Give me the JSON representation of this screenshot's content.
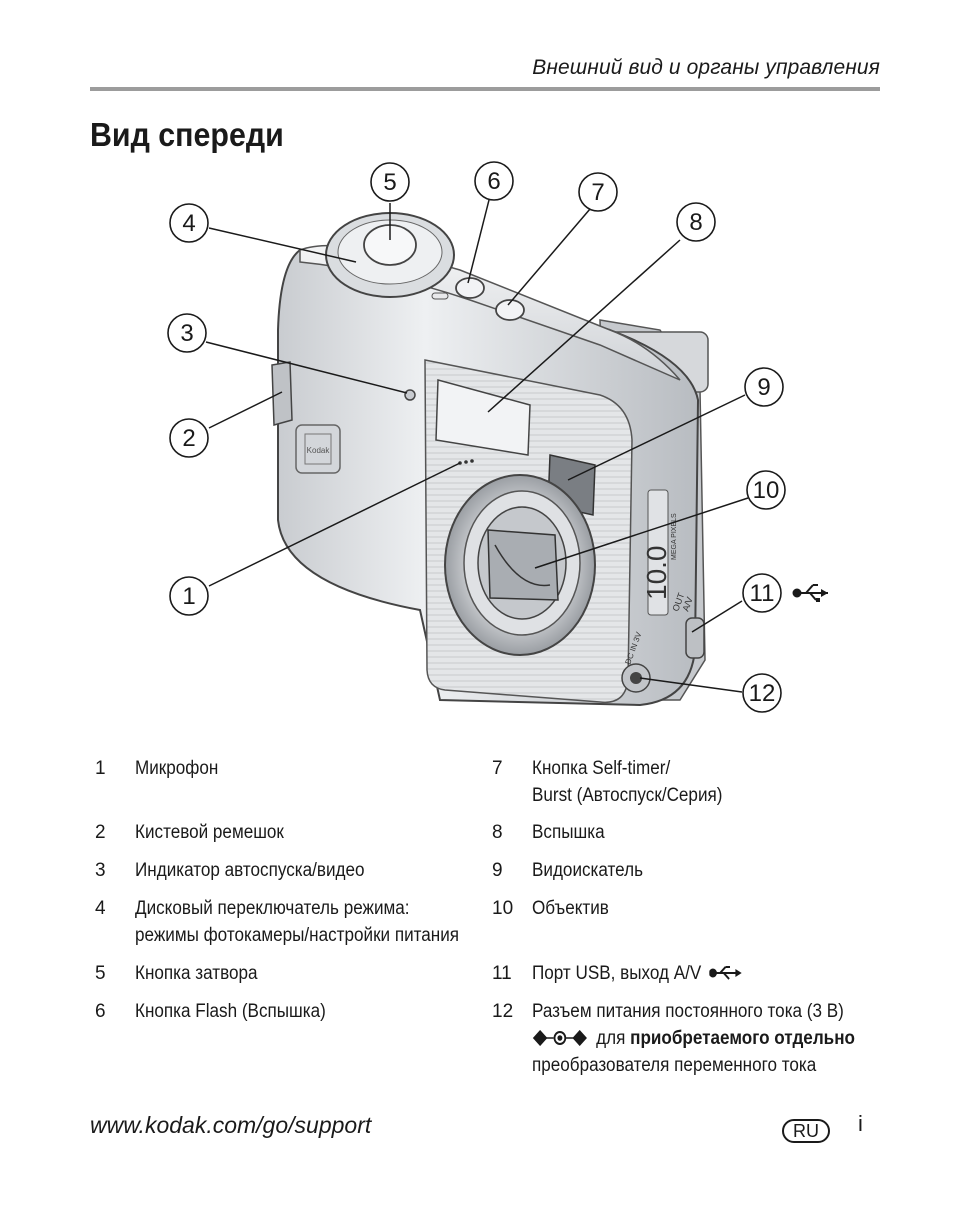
{
  "header": {
    "section_title": "Внешний вид и органы управления"
  },
  "page_heading": "Вид спереди",
  "callouts": [
    "1",
    "2",
    "3",
    "4",
    "5",
    "6",
    "7",
    "8",
    "9",
    "10",
    "11",
    "12"
  ],
  "camera": {
    "brand_badge": "Kodak",
    "model_label": "10.0",
    "model_sublabel": "MEGA PIXELS",
    "av_label_1": "A/V",
    "av_label_2": "OUT",
    "dc_label": "DC IN 3V"
  },
  "legend": {
    "left": [
      {
        "num": "1",
        "lines": [
          "Микрофон"
        ]
      },
      {
        "num": "2",
        "lines": [
          "Кистевой ремешок"
        ]
      },
      {
        "num": "3",
        "lines": [
          "Индикатор автоспуска/видео"
        ]
      },
      {
        "num": "4",
        "lines": [
          "Дисковый переключатель режима:",
          "режимы фотокамеры/настройки питания"
        ]
      },
      {
        "num": "5",
        "lines": [
          "Кнопка затвора"
        ]
      },
      {
        "num": "6",
        "lines": [
          "Кнопка Flash (Вспышка)"
        ]
      }
    ],
    "right": [
      {
        "num": "7",
        "lines": [
          "Кнопка Self-timer/",
          "Burst (Автоспуск/Серия)"
        ]
      },
      {
        "num": "8",
        "lines": [
          "Вспышка"
        ]
      },
      {
        "num": "9",
        "lines": [
          "Видоискатель"
        ]
      },
      {
        "num": "10",
        "lines": [
          "Объектив"
        ]
      },
      {
        "num": "11",
        "text": "Порт USB, выход A/V"
      },
      {
        "num": "12",
        "line1": "Разъем питания постоянного тока (3 В)",
        "line2_plain": "для",
        "line2_bold": "приобретаемого отдельно",
        "line3": "преобразователя переменного тока"
      }
    ]
  },
  "footer": {
    "url": "www.kodak.com/go/support",
    "language_badge": "RU",
    "page_number": "i"
  }
}
